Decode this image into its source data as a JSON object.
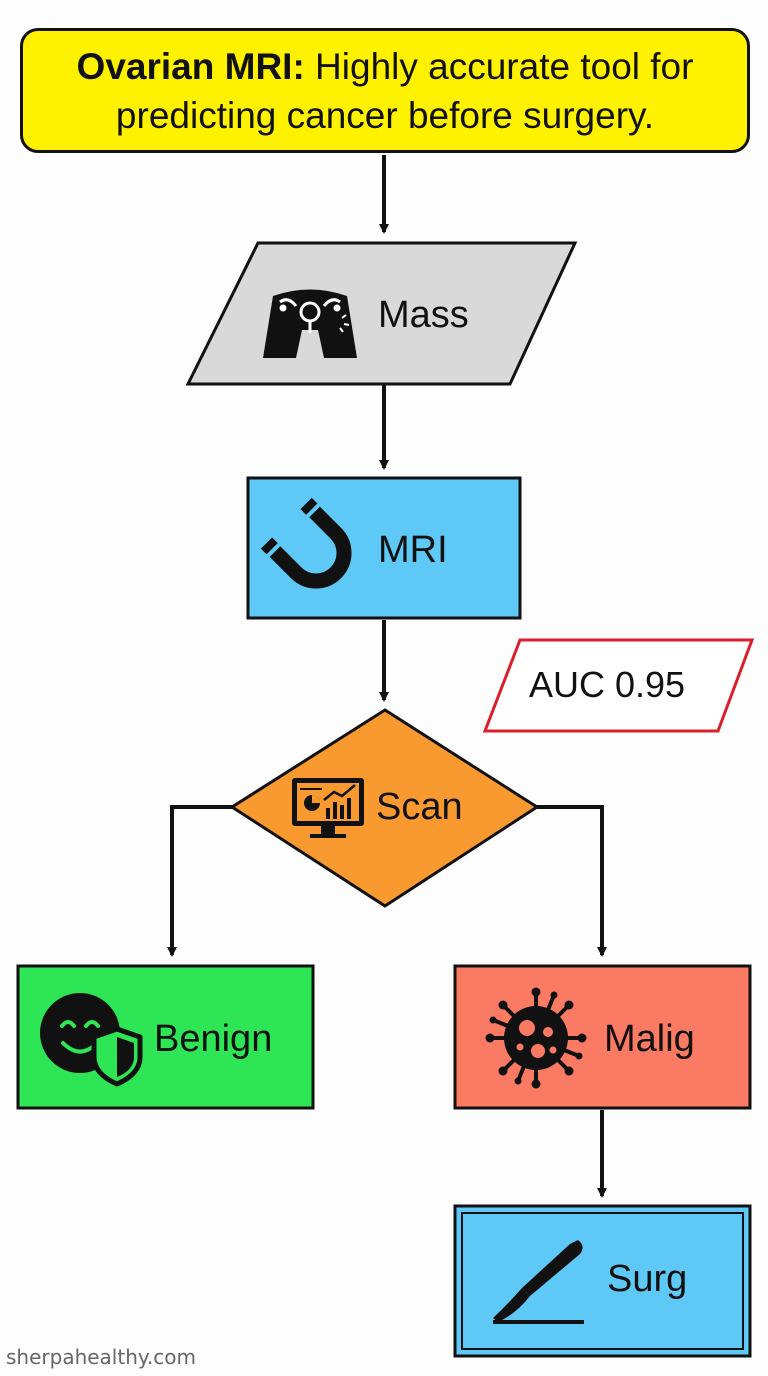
{
  "header": {
    "title_bold": "Ovarian MRI:",
    "title_rest": "Highly accurate tool for predicting cancer before surgery."
  },
  "nodes": {
    "mass": {
      "label": "Mass",
      "icon": "uterus-icon",
      "fill": "#d9d9d9"
    },
    "mri": {
      "label": "MRI",
      "icon": "magnet-icon",
      "fill": "#5ec8f7"
    },
    "scan": {
      "label": "Scan",
      "icon": "monitor-chart-icon",
      "fill": "#f89a30"
    },
    "benign": {
      "label": "Benign",
      "icon": "smile-shield-icon",
      "fill": "#2ee655"
    },
    "malig": {
      "label": "Malig",
      "icon": "virus-icon",
      "fill": "#fa7a63"
    },
    "surg": {
      "label": "Surg",
      "icon": "scalpel-icon",
      "fill": "#5ec8f7"
    }
  },
  "annotation": {
    "label": "AUC 0.95",
    "border_color": "#d9202a"
  },
  "colors": {
    "header_fill": "#fef200",
    "line": "#111111"
  },
  "watermark": "sherpahealthy.com"
}
